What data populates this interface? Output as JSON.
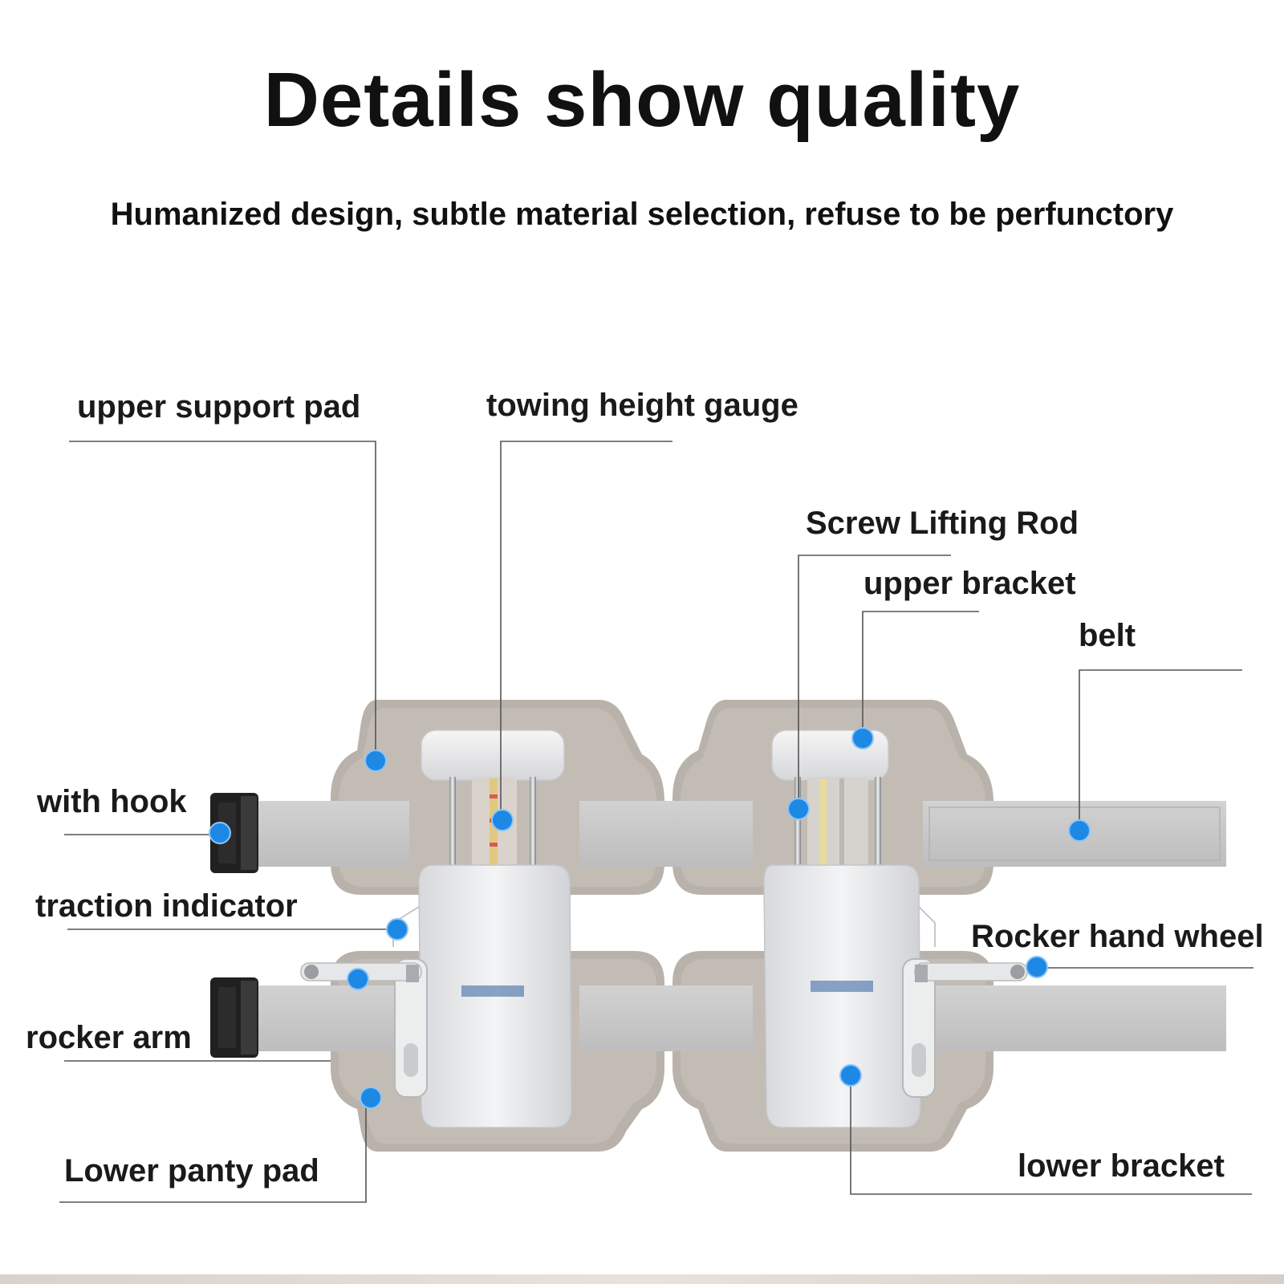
{
  "header": {
    "title": "Details show quality",
    "subtitle": "Humanized design, subtle material selection, refuse to be perfunctory"
  },
  "labels": {
    "upper_support_pad": "upper support pad",
    "towing_height_gauge": "towing height gauge",
    "screw_lifting_rod": "Screw Lifting Rod",
    "upper_bracket": "upper bracket",
    "belt": "belt",
    "with_hook": "with hook",
    "traction_indicator": "traction indicator",
    "rocker_hand_wheel": "Rocker hand wheel",
    "rocker_arm": "rocker arm",
    "lower_panty_pad": "Lower panty pad",
    "lower_bracket": "lower bracket"
  },
  "colors": {
    "hotspot": "#1e88e5",
    "pad": "#b9b2ab",
    "belt": "#c9c9c9",
    "housing": "#e9eaec"
  }
}
